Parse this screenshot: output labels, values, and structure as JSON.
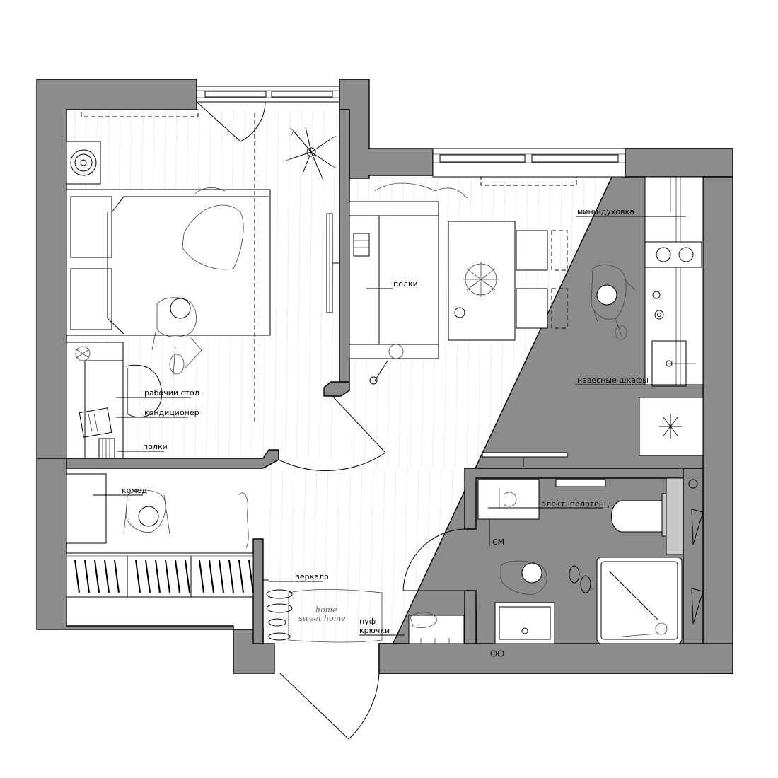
{
  "labels": {
    "mini_oven": "мини-духовка",
    "shelves_living": "полки",
    "hanging_cabinets": "навесные шкафы",
    "desk": "рабочий стол",
    "air_conditioner": "кондиционер",
    "shelves_bedroom": "полки",
    "dresser": "комод",
    "towel_heater": "элект. полотенц",
    "washing_machine": "СМ",
    "mirror": "зеркало",
    "pouf": "пуф",
    "hooks": "крючки"
  },
  "rug_text": {
    "line1": "home",
    "line2": "sweet home"
  },
  "colors": {
    "wall": "#8c8c8c",
    "background": "#ffffff",
    "line": "#000000"
  }
}
